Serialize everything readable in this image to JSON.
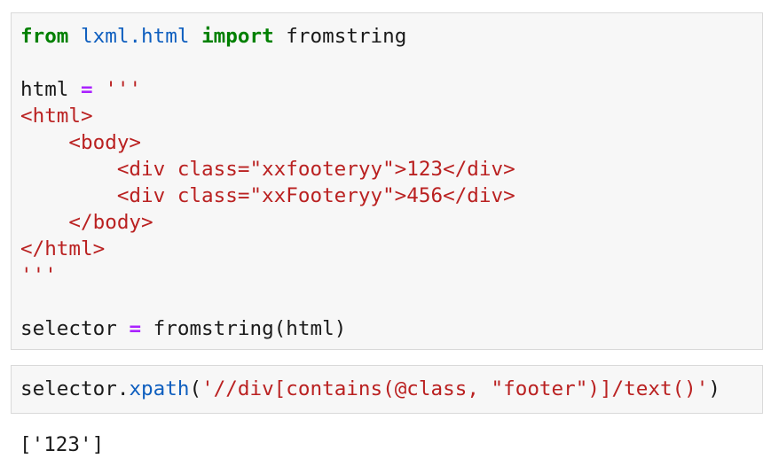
{
  "cell1": {
    "lines": [
      {
        "kw_from": "from",
        "sp1": " ",
        "module": "lxml.html",
        "sp2": " ",
        "kw_import": "import",
        "rest": " fromstring"
      },
      {
        "text": ""
      },
      {
        "var": "html",
        "sp": " ",
        "op": "=",
        "sp2": " ",
        "str": "'''"
      },
      {
        "str": "<html>"
      },
      {
        "str": "    <body>"
      },
      {
        "str": "        <div class=\"xxfooteryy\">123</div>"
      },
      {
        "str": "        <div class=\"xxFooteryy\">456</div>"
      },
      {
        "str": "    </body>"
      },
      {
        "str": "</html>"
      },
      {
        "str": "'''"
      },
      {
        "text": ""
      },
      {
        "var": "selector",
        "sp": " ",
        "op": "=",
        "rest": " fromstring(html)"
      }
    ]
  },
  "cell2": {
    "obj": "selector.",
    "method": "xpath",
    "open": "(",
    "str": "'//div[contains(@class, \"footer\")]/text()'",
    "close": ")"
  },
  "output": {
    "text": "['123']"
  }
}
